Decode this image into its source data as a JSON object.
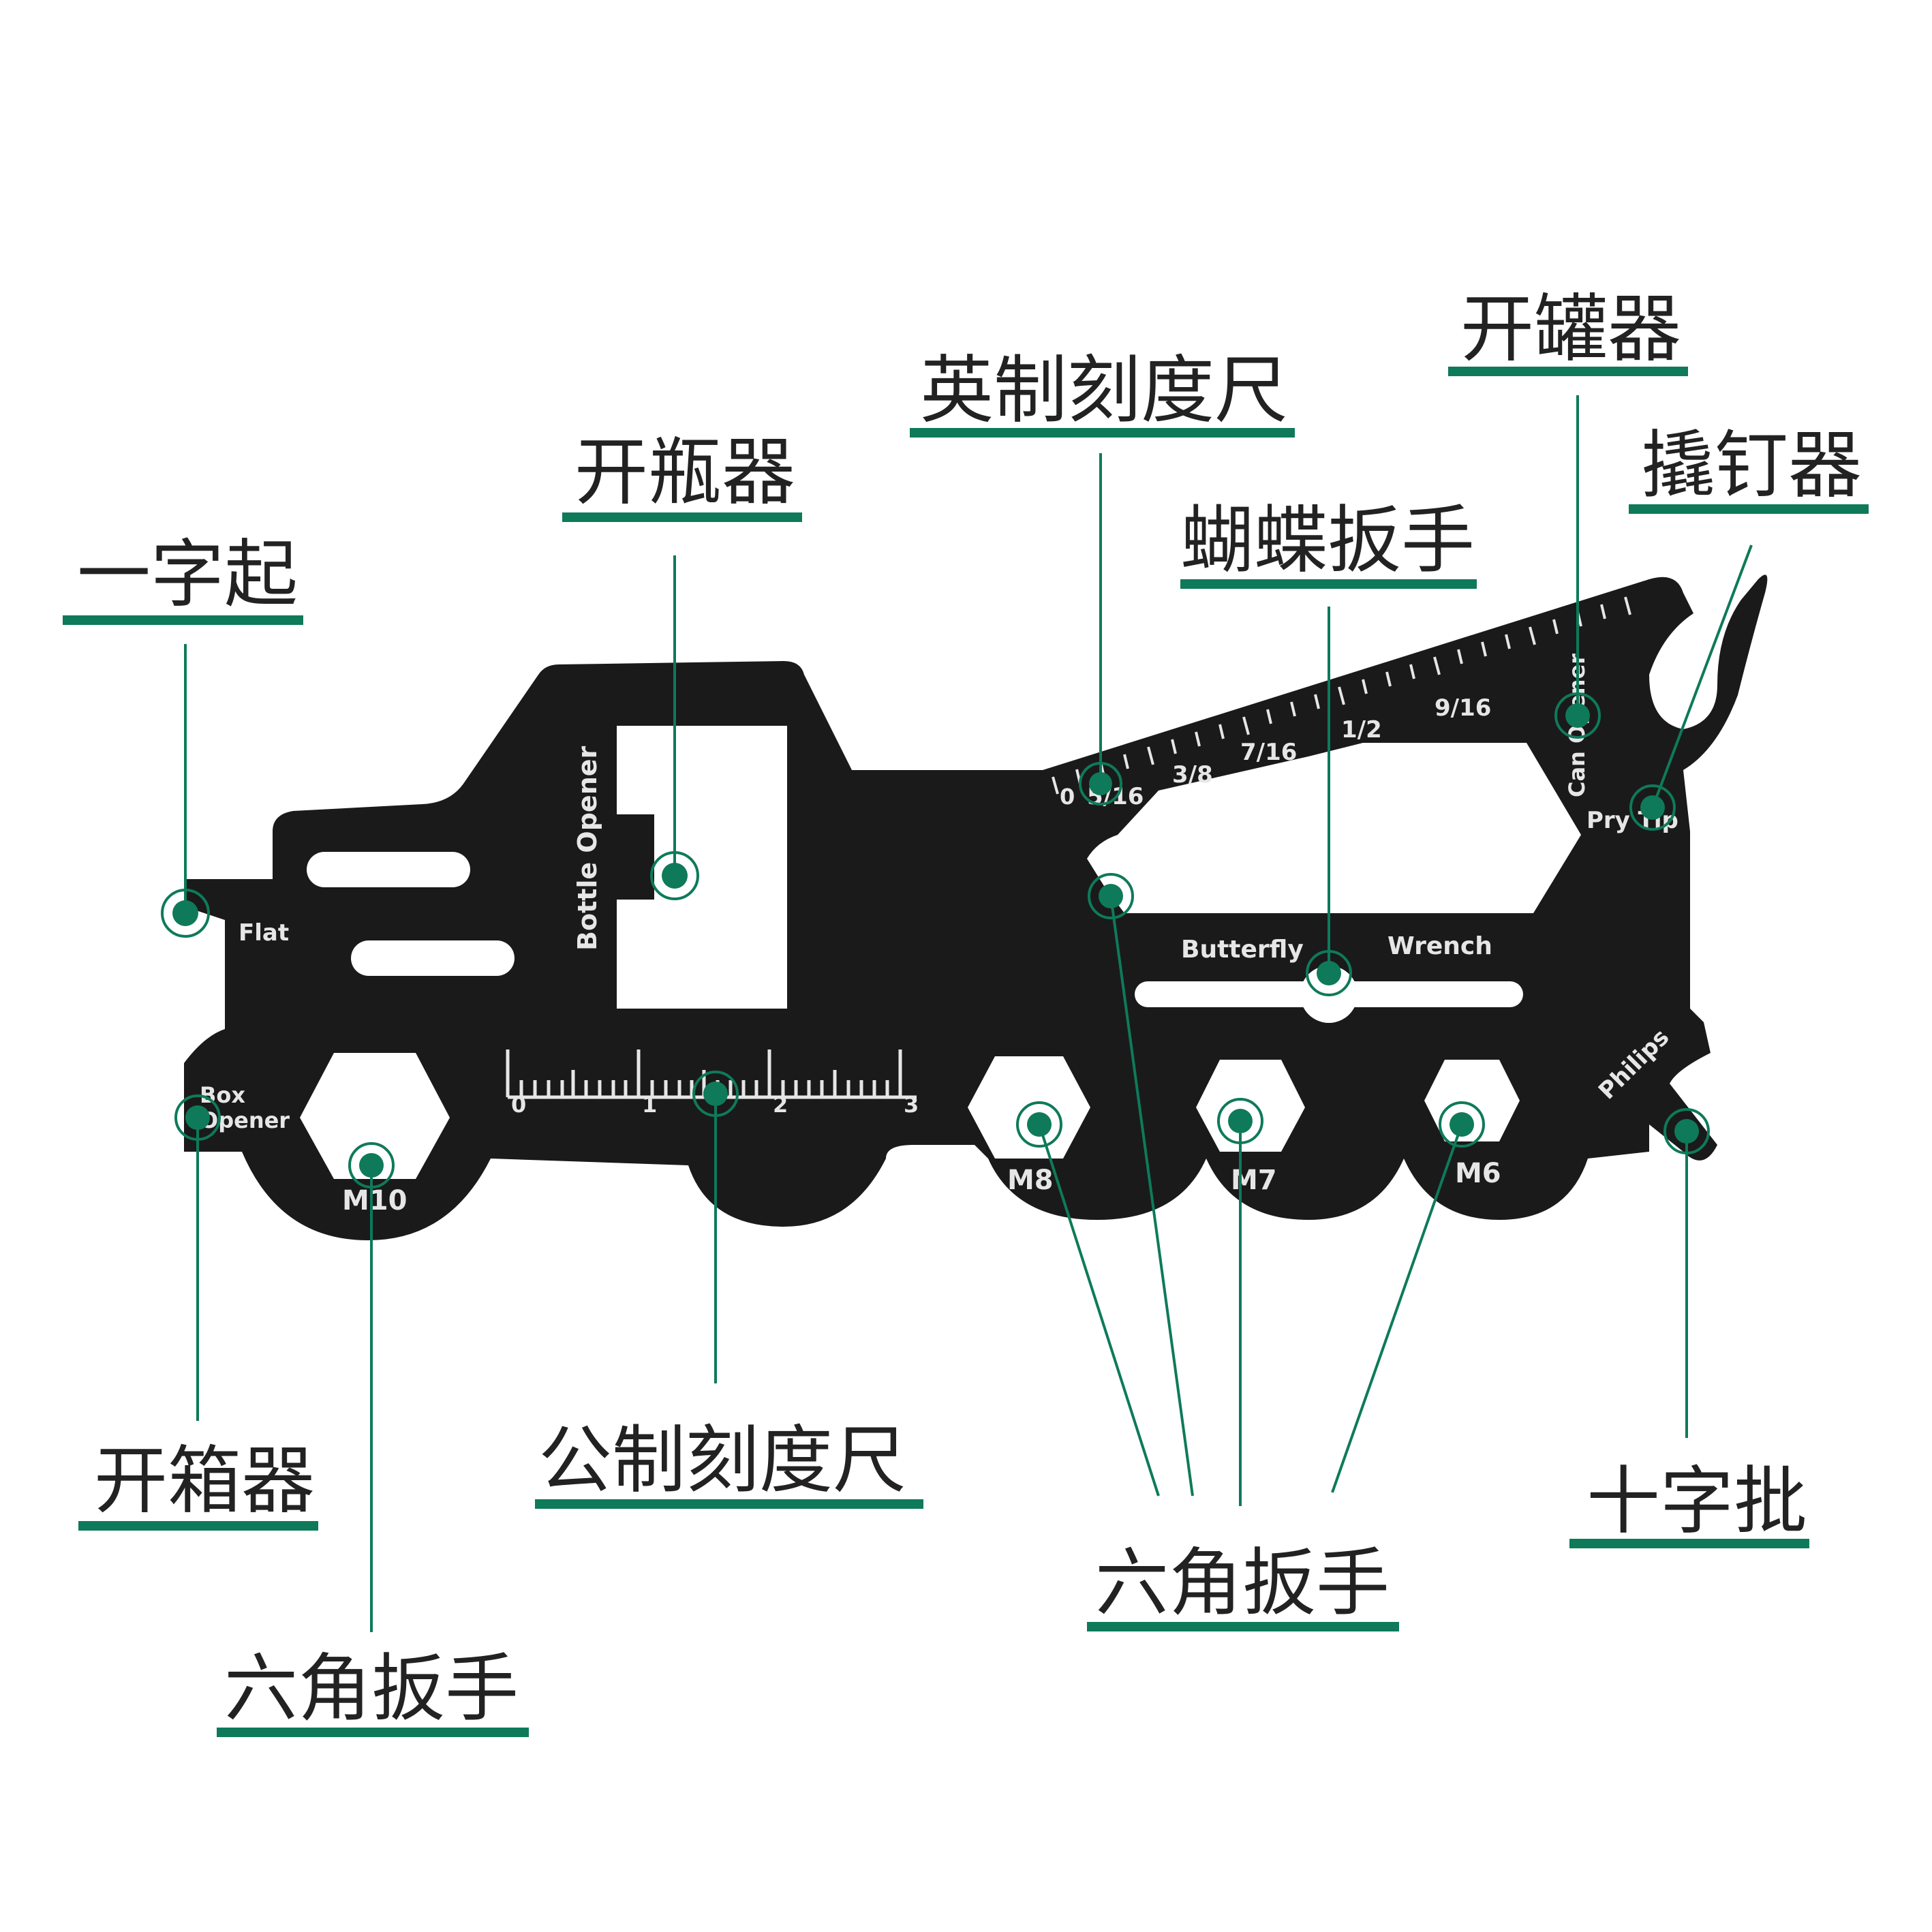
{
  "colors": {
    "accent": "#0e7a5a",
    "tool_body": "#1a1a1a",
    "etch_text": "#e6e6e6",
    "label_text": "#222222"
  },
  "callouts": {
    "flat": "一字起",
    "bottle_opener": "开瓶器",
    "imperial_ruler": "英制刻度尺",
    "can_opener": "开罐器",
    "pry_tip": "撬钉器",
    "butterfly_wrench": "蝴蝶扳手",
    "box_opener": "开箱器",
    "hex_wrench_m10": "六角扳手",
    "metric_ruler": "公制刻度尺",
    "hex_wrench_group": "六角扳手",
    "philips": "十字批"
  },
  "etched": {
    "flat": "Flat",
    "bottle_opener": "Bottle Opener",
    "box": "Box",
    "opener": "Opener",
    "m10": "M10",
    "m8": "M8",
    "m7": "M7",
    "m6": "M6",
    "butterfly": "Butterfly",
    "wrench": "Wrench",
    "can_opener": "Can Opener",
    "pry_tip": "Pry Tip",
    "philips": "Philips",
    "metric_ticks": [
      "0",
      "1",
      "2",
      "3"
    ],
    "imperial_ticks": [
      "0",
      "5/16",
      "3/8",
      "7/16",
      "1/2",
      "9/16"
    ]
  }
}
